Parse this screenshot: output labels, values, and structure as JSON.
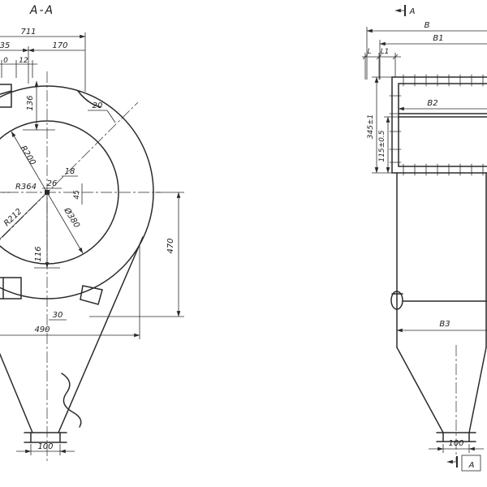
{
  "colors": {
    "ink": "#2a2a2a",
    "background": "#ffffff"
  },
  "left": {
    "section_label": "A-A",
    "d711": "711",
    "d35": "35",
    "d170": "170",
    "d0": "0",
    "d12": "12",
    "d136": "136",
    "d20": "20",
    "r200": "R200",
    "d18": "18",
    "d26": "26",
    "d45": "45",
    "r364": "R364",
    "r212": "R212",
    "dia380": "Ø380",
    "d116": "116",
    "d470": "470",
    "d30": "30",
    "d490": "490",
    "d100": "100"
  },
  "right": {
    "section_top": "A",
    "section_bottom": "A",
    "B": "B",
    "B1": "B1",
    "L": "L",
    "L1": "L1",
    "B2": "B2",
    "B3": "B3",
    "d345": "345±1",
    "d115": "115±0.5",
    "d100": "100"
  }
}
